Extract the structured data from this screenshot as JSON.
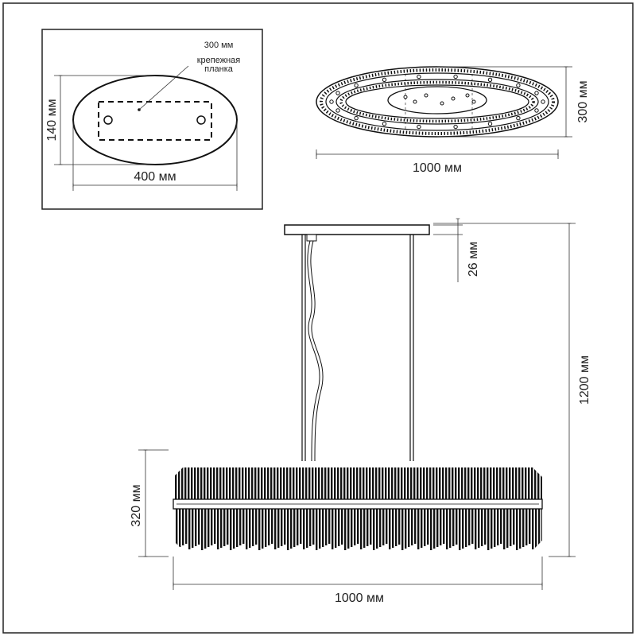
{
  "mount_view": {
    "width_label": "400 мм",
    "height_label": "140 мм",
    "plate_length_label": "300 мм",
    "plate_caption_line1": "крепежная",
    "plate_caption_line2": "планка"
  },
  "top_view": {
    "width_label": "1000 мм",
    "depth_label": "300 мм"
  },
  "side_view": {
    "canopy_label": "26 мм",
    "total_height_label": "1200 мм",
    "body_height_label": "320 мм",
    "width_label": "1000 мм"
  }
}
